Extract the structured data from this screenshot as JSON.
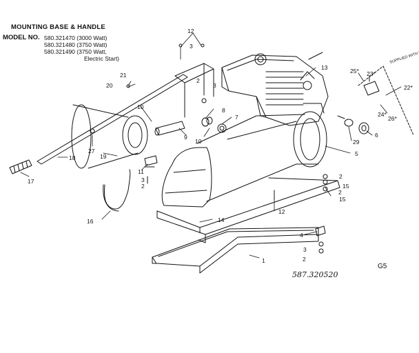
{
  "header": {
    "title": "MOUNTING BASE & HANDLE",
    "model_label": "MODEL NO.",
    "models": [
      "580.321470 (3000 Watt)",
      "580.321480 (3750 Watt)",
      "580.321490 (3750 Watt,"
    ],
    "model_note": "Electric Start)"
  },
  "callouts": [
    "12",
    "3",
    "2",
    "3",
    "13",
    "25*",
    "23*",
    "22*",
    "24*",
    "26*",
    "21",
    "20",
    "10",
    "8",
    "7",
    "9",
    "10",
    "6",
    "29",
    "5",
    "27",
    "19",
    "18",
    "17",
    "11",
    "3",
    "2",
    "16",
    "14",
    "12",
    "2",
    "15",
    "2",
    "15",
    "4",
    "3",
    "2",
    "1"
  ],
  "annotation": "SUPPLIED WITH KIT",
  "page_code": "G5",
  "drawing_number": "587.320520"
}
